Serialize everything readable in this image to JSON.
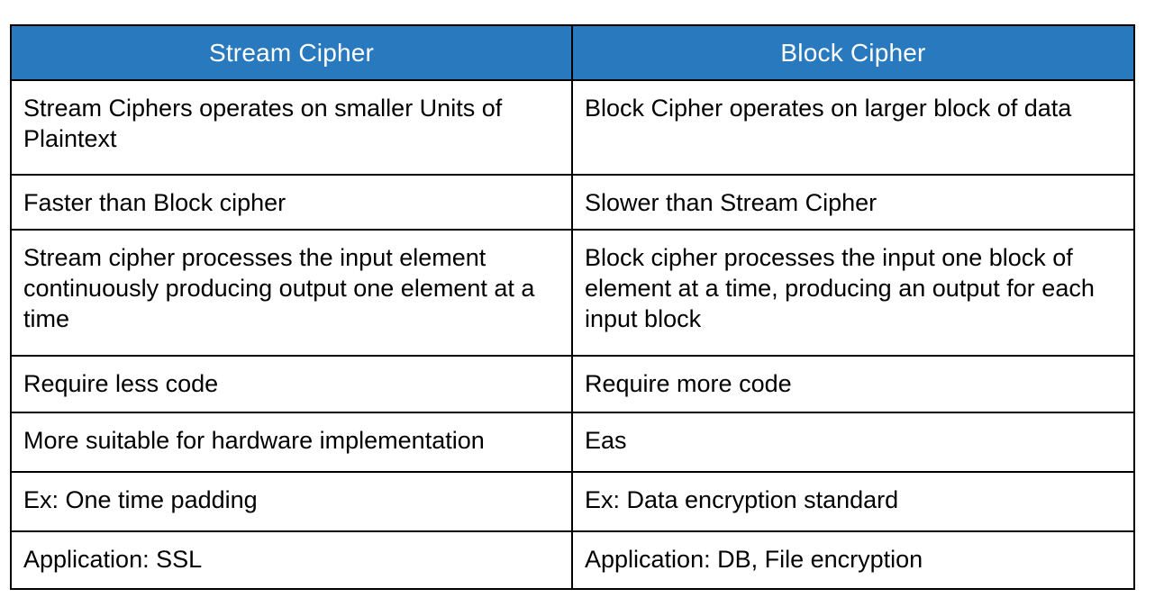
{
  "table": {
    "columns": [
      "Stream Cipher",
      "Block Cipher"
    ],
    "rows": [
      [
        "Stream Ciphers operates on smaller Units of Plaintext",
        "Block Cipher operates on larger block of data"
      ],
      [
        "Faster than Block cipher",
        "Slower than Stream Cipher"
      ],
      [
        "Stream cipher processes the input element continuously producing output one element at a time",
        "Block cipher processes the input one block of element at a time, producing an output for each input block"
      ],
      [
        "Require less code",
        "Require more code"
      ],
      [
        "More suitable for hardware implementation",
        "Eas"
      ],
      [
        "Ex: One time padding",
        "Ex: Data encryption standard"
      ],
      [
        "Application: SSL",
        "Application: DB, File encryption"
      ]
    ],
    "colors": {
      "header_bg": "#2879BE",
      "header_text": "#FFFFFF",
      "border": "#000000",
      "cell_bg": "#FFFFFF",
      "cell_text": "#000000"
    }
  }
}
